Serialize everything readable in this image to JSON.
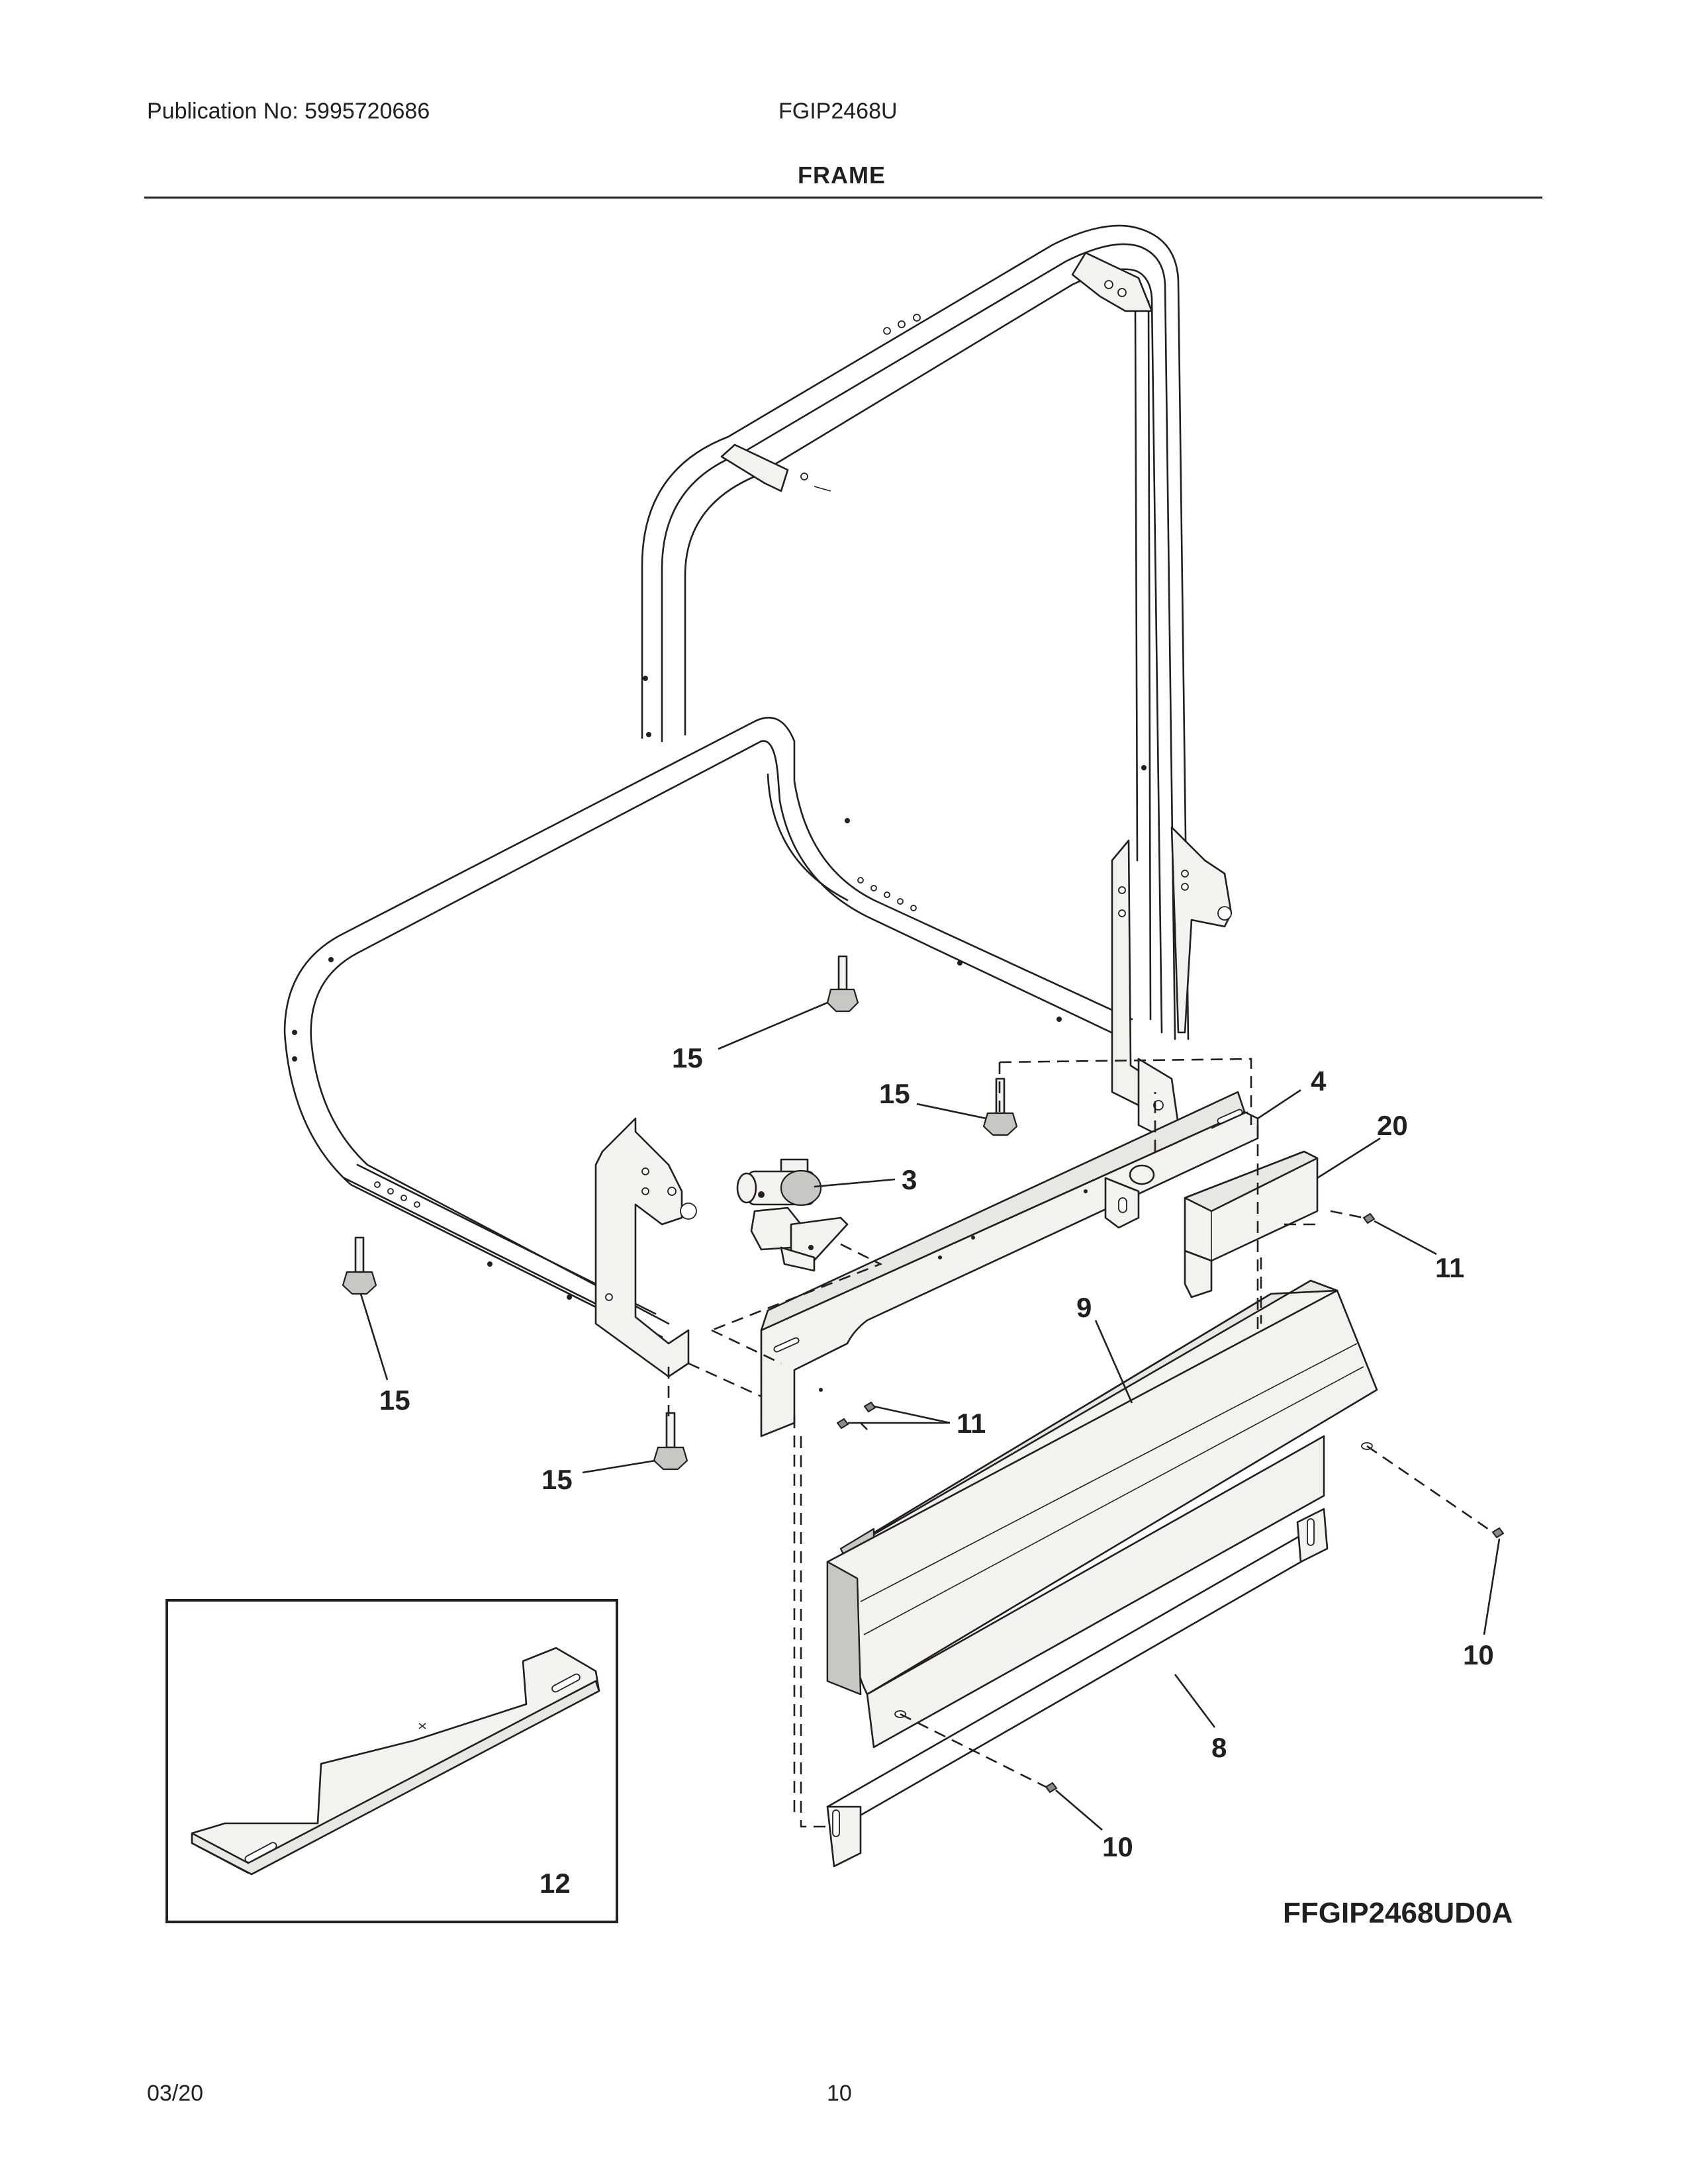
{
  "header": {
    "publication": "Publication No: 5995720686",
    "model": "FGIP2468U",
    "section_title": "FRAME"
  },
  "diagram": {
    "figure_code": "FFGIP2468UD0A",
    "callouts": [
      {
        "id": "leg-left-upper",
        "label": "15"
      },
      {
        "id": "leg-center",
        "label": "15"
      },
      {
        "id": "leg-left-lower",
        "label": "15"
      },
      {
        "id": "leg-front",
        "label": "15"
      },
      {
        "id": "mounting-rail",
        "label": "4"
      },
      {
        "id": "valve",
        "label": "3"
      },
      {
        "id": "cover",
        "label": "20"
      },
      {
        "id": "screw-right",
        "label": "11"
      },
      {
        "id": "screw-rail",
        "label": "11"
      },
      {
        "id": "toe-kick-bracket",
        "label": "9"
      },
      {
        "id": "screw-lower-right",
        "label": "10"
      },
      {
        "id": "toe-kick-panel",
        "label": "8"
      },
      {
        "id": "screw-lower",
        "label": "10"
      },
      {
        "id": "insert-part",
        "label": "12"
      }
    ]
  },
  "footer": {
    "date": "03/20",
    "page": "10"
  }
}
